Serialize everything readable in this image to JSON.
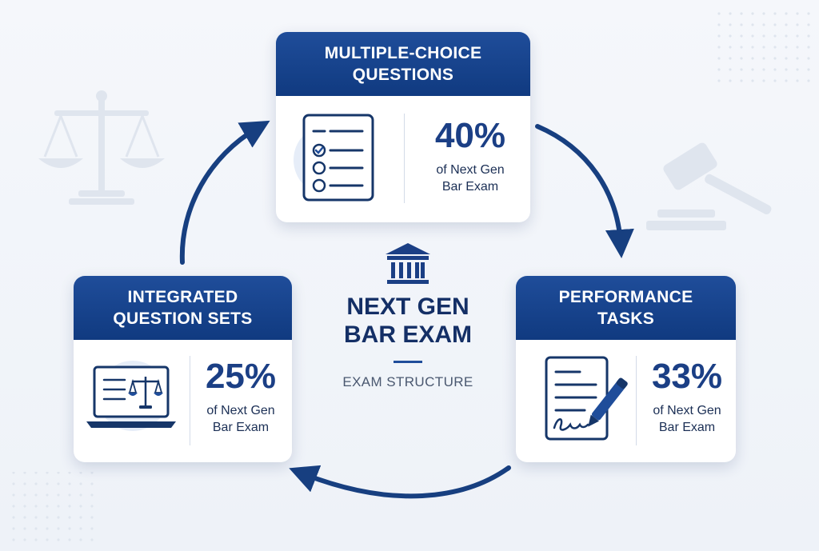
{
  "center": {
    "title_line1": "NEXT GEN",
    "title_line2": "BAR EXAM",
    "subtitle": "EXAM STRUCTURE",
    "icon": "courthouse-icon"
  },
  "cards": {
    "mcq": {
      "title_line1": "MULTIPLE-CHOICE",
      "title_line2": "QUESTIONS",
      "percent": "40%",
      "caption_line1": "of Next Gen",
      "caption_line2": "Bar Exam",
      "icon": "checklist-icon"
    },
    "performance": {
      "title_line1": "PERFORMANCE",
      "title_line2": "TASKS",
      "percent": "33%",
      "caption_line1": "of Next Gen",
      "caption_line2": "Bar Exam",
      "icon": "signed-document-pen-icon"
    },
    "integrated": {
      "title_line1": "INTEGRATED",
      "title_line2": "QUESTION SETS",
      "percent": "25%",
      "caption_line1": "of Next Gen",
      "caption_line2": "Bar Exam",
      "icon": "laptop-scales-icon"
    }
  },
  "decor": {
    "left": "scales-of-justice-icon",
    "right": "gavel-icon"
  },
  "colors": {
    "primary": "#1b3f85",
    "header": "#1f4d9a",
    "arrow": "#173f80",
    "background": "#f2f5fa"
  }
}
